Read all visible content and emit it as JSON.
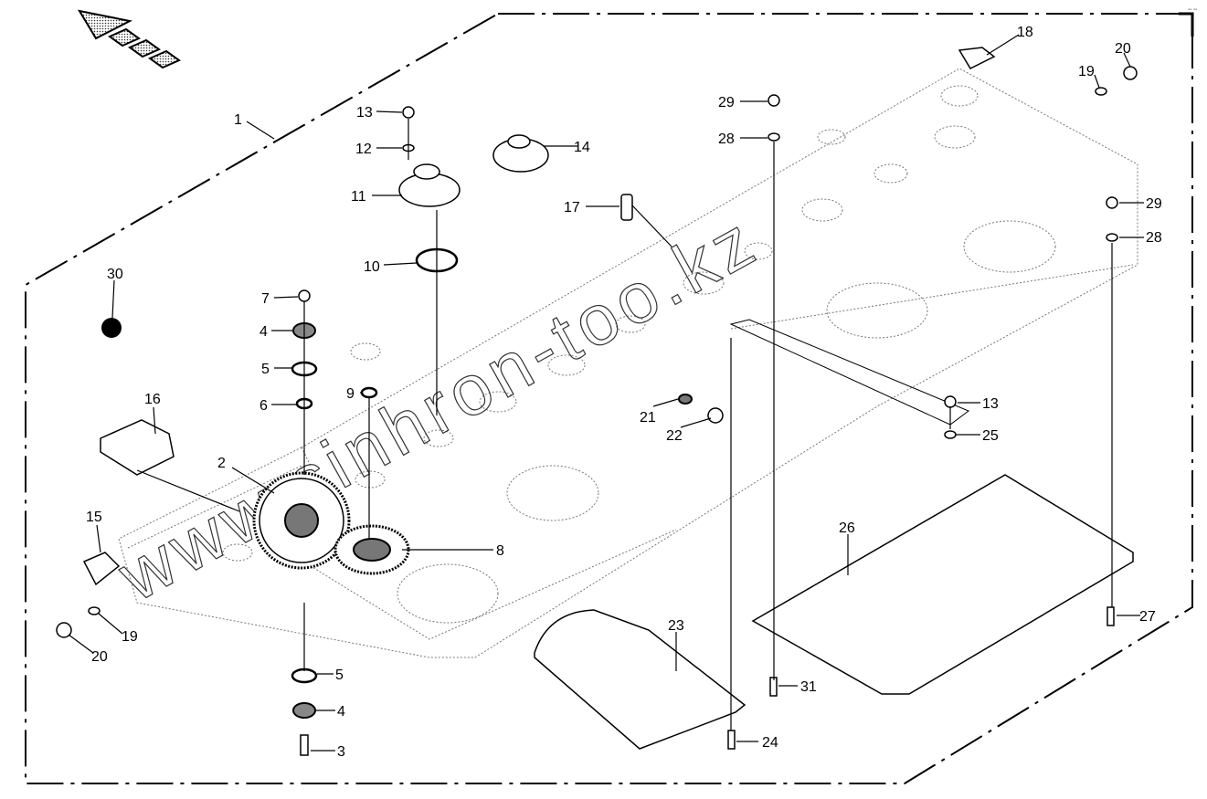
{
  "diagram": {
    "watermark": "www.sinhron-too.kz",
    "corner_mark": "▪▪ ▪▪",
    "labels": [
      "1",
      "2",
      "3",
      "4",
      "4",
      "5",
      "5",
      "6",
      "7",
      "8",
      "9",
      "10",
      "11",
      "12",
      "13",
      "13",
      "14",
      "15",
      "16",
      "17",
      "18",
      "19",
      "19",
      "20",
      "20",
      "21",
      "22",
      "23",
      "24",
      "25",
      "26",
      "27",
      "28",
      "28",
      "29",
      "29",
      "30",
      "31"
    ]
  }
}
